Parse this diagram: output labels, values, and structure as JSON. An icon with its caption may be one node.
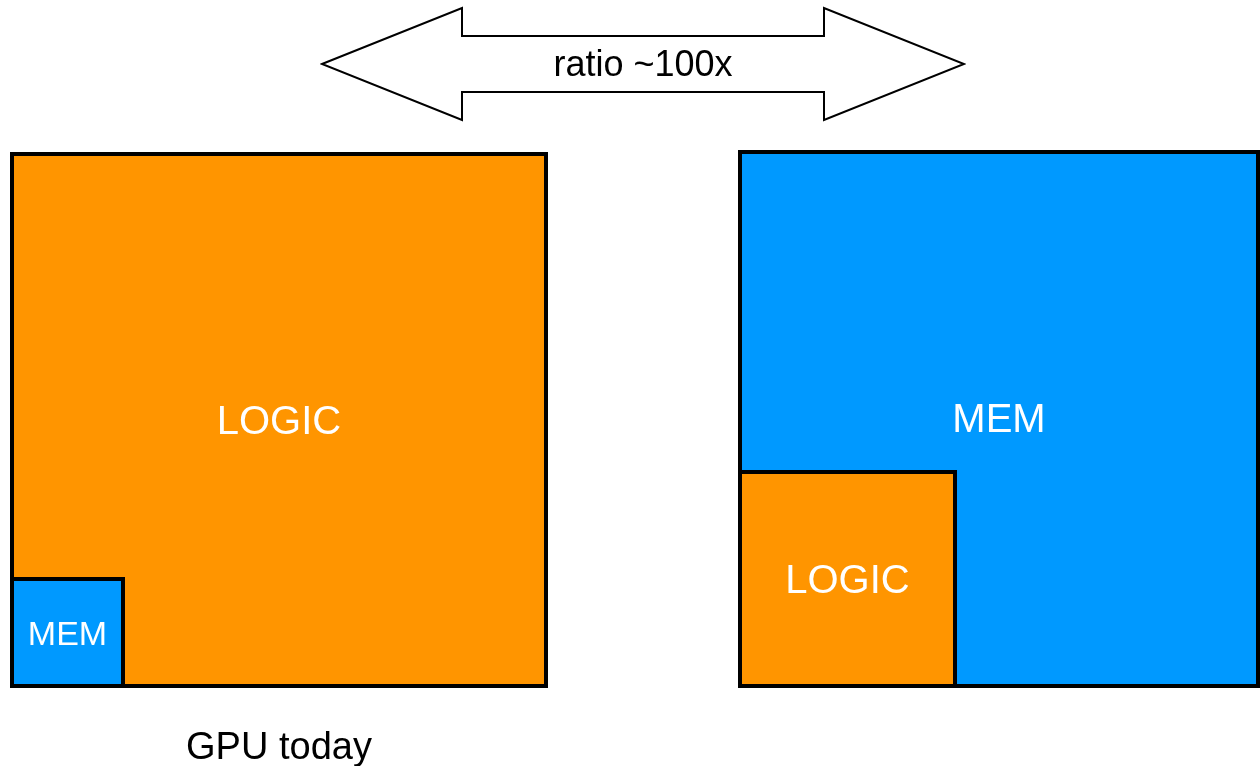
{
  "diagram": {
    "nodes": [
      {
        "text": [
          "ratio ~100x"
        ]
      },
      {
        "text": [
          "LOGIC"
        ],
        "beside": [
          "GPU today"
        ]
      },
      {
        "text": [
          "MEM"
        ],
        "in": 1
      },
      {
        "text": [
          "MEM"
        ]
      },
      {
        "text": [
          "LOGIC"
        ],
        "in": 3
      }
    ]
  }
}
